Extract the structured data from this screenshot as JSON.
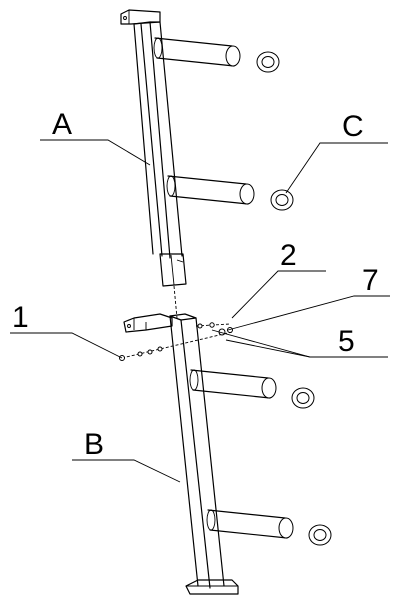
{
  "labels": {
    "A": "A",
    "B": "B",
    "C": "C",
    "n1": "1",
    "n2": "2",
    "n5": "5",
    "n7": "7"
  }
}
